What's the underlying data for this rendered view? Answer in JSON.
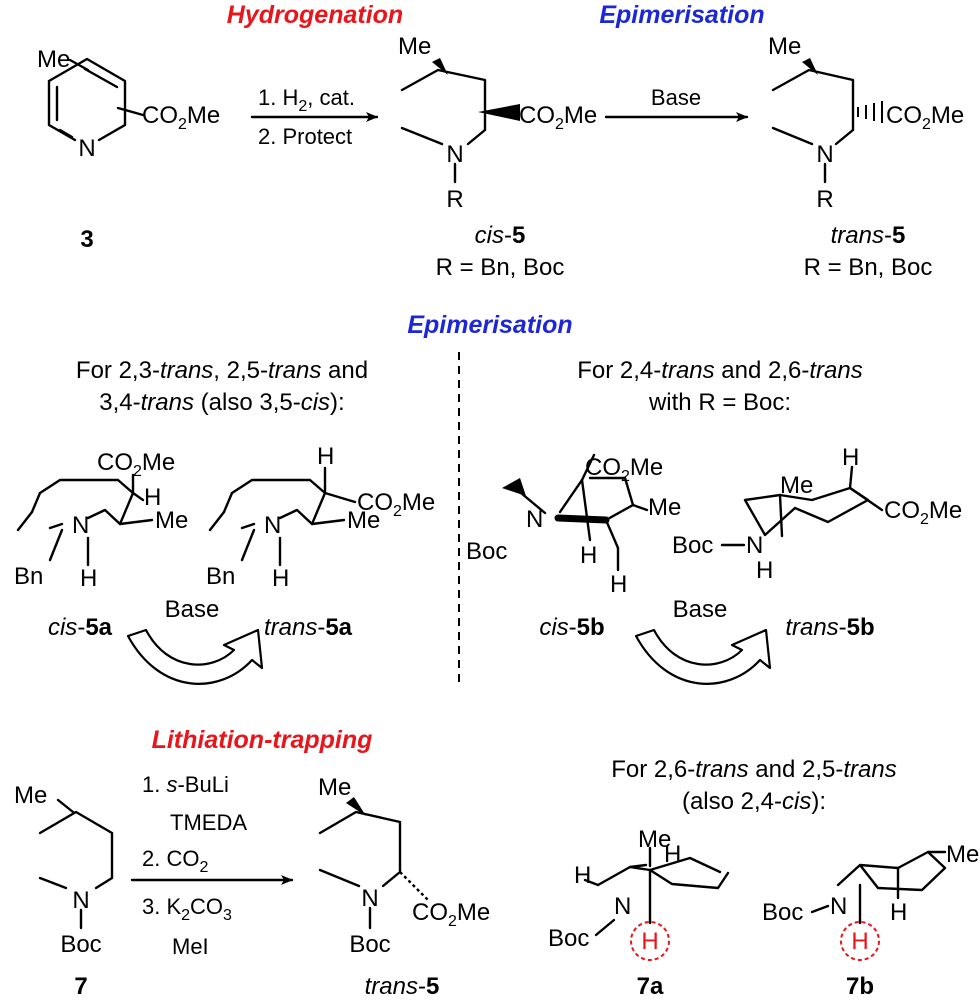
{
  "headings": {
    "hydrogenation": "Hydrogenation",
    "epimerisation_top": "Epimerisation",
    "epimerisation_mid": "Epimerisation",
    "lithiation": "Lithiation-trapping"
  },
  "colors": {
    "red": "#e8151b",
    "blue": "#1c28d6"
  },
  "atoms": {
    "me": "Me",
    "n": "N",
    "r": "R",
    "h": "H",
    "bn": "Bn",
    "boc": "Boc",
    "co2me_prefix": "CO",
    "co2me_sub": "2",
    "co2me_suffix": "Me"
  },
  "reaction1": {
    "step1_prefix": "1. H",
    "step1_sub": "2",
    "step1_suffix": ", cat.",
    "step2": "2. Protect"
  },
  "reaction2": {
    "reagent": "Base"
  },
  "compounds": {
    "c3": "3",
    "cis5": {
      "prefix": "cis",
      "dash": "-",
      "num": "5",
      "r_def": "R = Bn, Boc"
    },
    "trans5": {
      "prefix": "trans",
      "dash": "-",
      "num": "5",
      "r_def": "R = Bn, Boc"
    },
    "cis5a": {
      "prefix": "cis",
      "num": "5a"
    },
    "trans5a": {
      "prefix": "trans",
      "num": "5a"
    },
    "cis5b": {
      "prefix": "cis",
      "num": "5b"
    },
    "trans5b": {
      "prefix": "trans",
      "num": "5b"
    },
    "c7": "7",
    "trans5_bottom": {
      "prefix": "trans",
      "num": "5"
    },
    "c7a": "7a",
    "c7b": "7b"
  },
  "left_panel": {
    "line1_a": "For 2,3-",
    "line1_b": "trans",
    "line1_c": ", 2,5-",
    "line1_d": "trans",
    "line1_e": " and",
    "line2_a": "3,4-",
    "line2_b": "trans",
    "line2_c": " (also 3,5-",
    "line2_d": "cis",
    "line2_e": "):",
    "base": "Base"
  },
  "right_panel": {
    "line1_a": "For 2,4-",
    "line1_b": "trans",
    "line1_c": " and 2,6-",
    "line1_d": "trans",
    "line2": "with R = Boc:",
    "base": "Base"
  },
  "lithiation": {
    "step1_a": "1. ",
    "step1_b": "s",
    "step1_c": "-BuLi",
    "step1_line2": "TMEDA",
    "step2_prefix": "2. CO",
    "step2_sub": "2",
    "step3_prefix": "3. K",
    "step3_sub1": "2",
    "step3_mid": "CO",
    "step3_sub2": "3",
    "step3_line2": "MeI"
  },
  "bottom_right": {
    "line1_a": "For 2,6-",
    "line1_b": "trans",
    "line1_c": " and 2,5-",
    "line1_d": "trans",
    "line2_a": "(also 2,4-",
    "line2_b": "cis",
    "line2_c": "):"
  }
}
